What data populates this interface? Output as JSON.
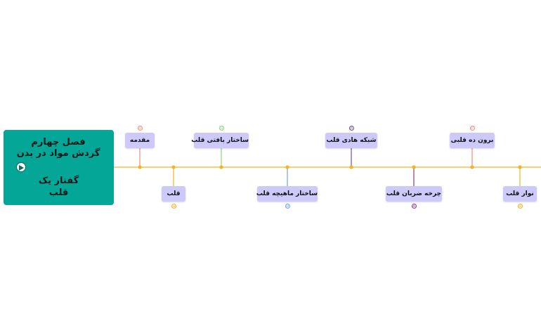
{
  "root": {
    "title_line1": "فصل چهارم",
    "title_line2": "گردش مواد در بدن",
    "subtitle_line1": "گفتار یک",
    "subtitle_line2": "قلب",
    "play_icon": "play-icon"
  },
  "colors": {
    "root_bg": "#04a797",
    "timeline": "#f4b323",
    "topic_bg": "#cdc9fb"
  },
  "topics": [
    {
      "label": "مقدمه",
      "badge": "01",
      "color": "#f28b82"
    },
    {
      "label": "قلب",
      "badge": "02",
      "color": "#f4b323"
    },
    {
      "label": "ساختار بافتی قلب",
      "badge": "03",
      "color": "#8ed67a"
    },
    {
      "label": "ساختار ماهیچه قلب",
      "badge": "04",
      "color": "#6fa3e0"
    },
    {
      "label": "شبکه هادی قلب",
      "badge": "05",
      "color": "#6d4fa0"
    },
    {
      "label": "چرخه ضربان قلب",
      "badge": "06",
      "color": "#8d3a8a"
    },
    {
      "label": "برون ده قلبی",
      "badge": "07",
      "color": "#f28b82"
    },
    {
      "label": "نوار قلب",
      "badge": "08",
      "color": "#f4b323"
    }
  ]
}
